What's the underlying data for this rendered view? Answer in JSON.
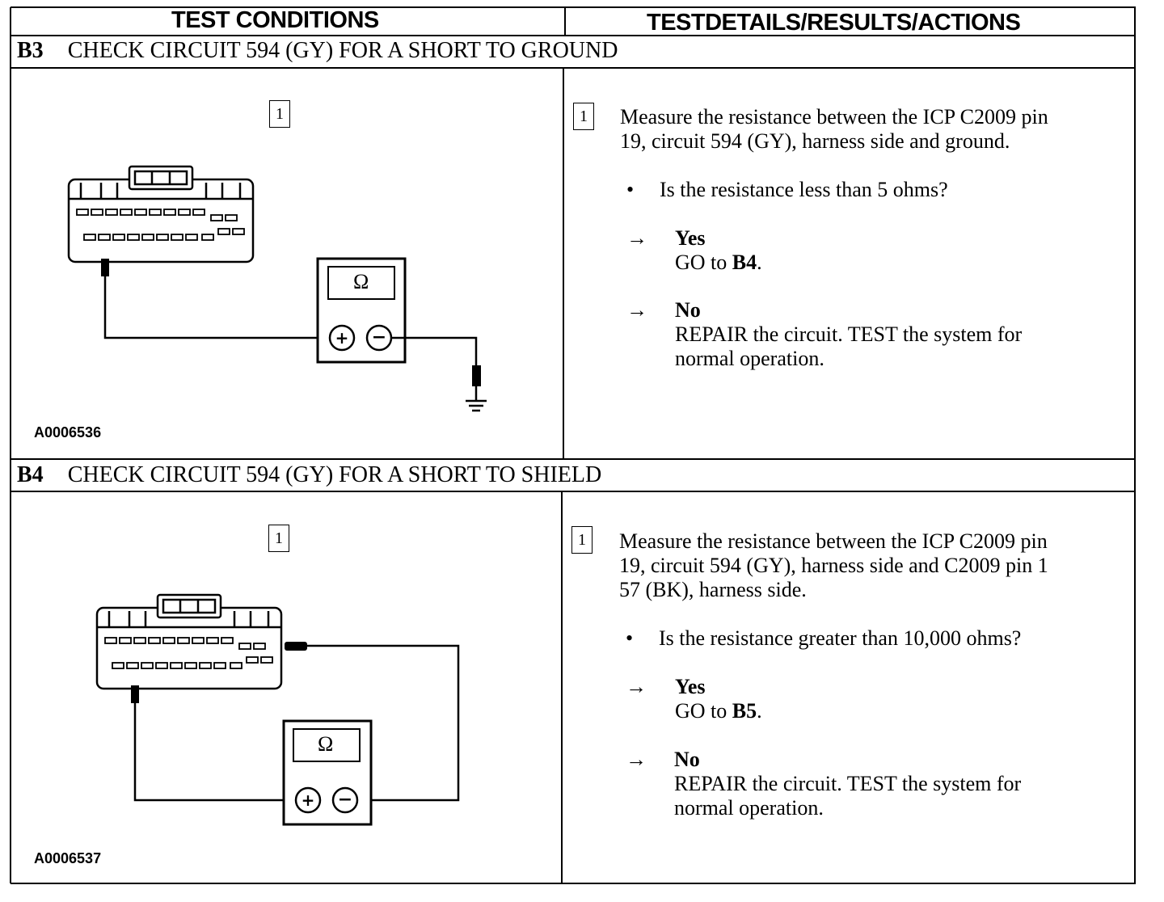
{
  "header": {
    "left": "TEST CONDITIONS",
    "right": "TESTDETAILS/RESULTS/ACTIONS"
  },
  "steps": [
    {
      "code": "B3",
      "title": "CHECK CIRCUIT 594 (GY) FOR A SHORT TO GROUND",
      "figure_marker": "1",
      "figure_id": "A0006536",
      "meter_symbol": "Ω",
      "action_marker": "1",
      "action_lines": [
        "Measure the resistance between the ICP C2009 pin",
        "19, circuit 594 (GY), harness side and ground."
      ],
      "bullet": "•",
      "question": "Is the resistance less than 5 ohms?",
      "arrow": "→",
      "yes_label": "Yes",
      "yes_prefix": "GO to ",
      "yes_target": "B4",
      "yes_suffix": ".",
      "no_label": "No",
      "no_lines": [
        "REPAIR the circuit. TEST the system for",
        "normal operation."
      ]
    },
    {
      "code": "B4",
      "title": "CHECK CIRCUIT 594 (GY) FOR A SHORT TO SHIELD",
      "figure_marker": "1",
      "figure_id": "A0006537",
      "meter_symbol": "Ω",
      "action_marker": "1",
      "action_lines": [
        "Measure the resistance between the ICP C2009 pin",
        "19, circuit 594 (GY), harness side and C2009 pin 1",
        "57 (BK), harness side."
      ],
      "bullet": "•",
      "question": "Is the resistance greater than 10,000 ohms?",
      "arrow": "→",
      "yes_label": "Yes",
      "yes_prefix": "GO to ",
      "yes_target": "B5",
      "yes_suffix": ".",
      "no_label": "No",
      "no_lines": [
        "REPAIR the circuit. TEST the system for",
        "normal operation."
      ]
    }
  ]
}
